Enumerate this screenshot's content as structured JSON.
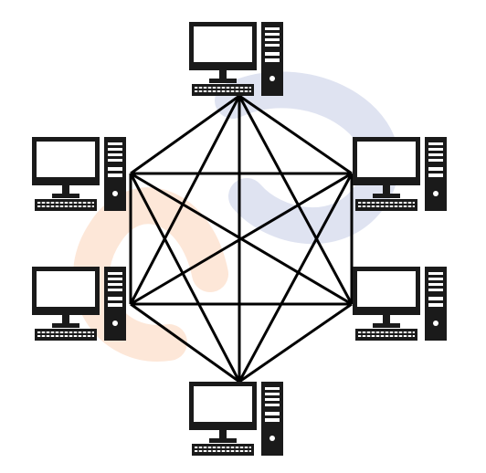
{
  "diagram": {
    "topology": "full-mesh",
    "node_icon": "desktop-computer-icon",
    "nodes": [
      "computer-top",
      "computer-upper-left",
      "computer-upper-right",
      "computer-lower-left",
      "computer-lower-right",
      "computer-bottom"
    ],
    "watermark_icon": "link-logo-watermark",
    "colors": {
      "line": "#000000",
      "icon": "#1a1a1a",
      "watermark_blue": "#dfe3f1",
      "watermark_orange": "#fde7d8",
      "background": "#ffffff"
    }
  }
}
